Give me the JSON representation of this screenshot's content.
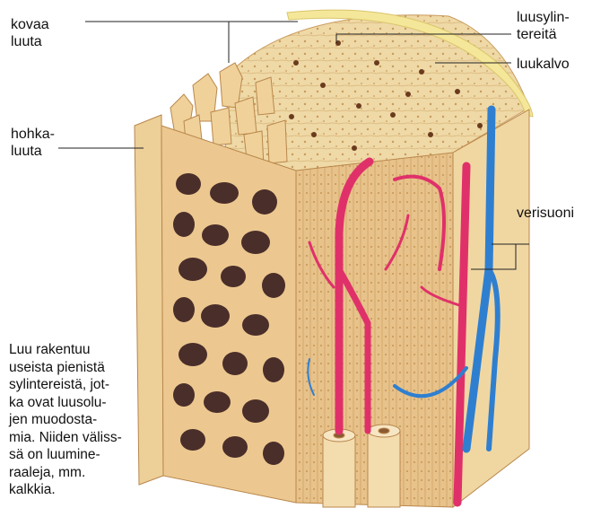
{
  "labels": {
    "compact_bone": [
      "kovaa",
      "luuta"
    ],
    "spongy_bone": [
      "hohka-",
      "luuta"
    ],
    "osteons": [
      "luusylin-",
      "tereitä"
    ],
    "periosteum": "luukalvo",
    "blood_vessels": "verisuoni"
  },
  "caption": [
    "Luu rakentuu",
    "useista pienistä",
    "sylintereistä, jot-",
    "ka ovat luusolu-",
    "jen muodosta-",
    "mia. Niiden väliss-",
    "sä on luumine-",
    "raaleja, mm.",
    "kalkkia."
  ],
  "colors": {
    "bone_light": "#f3d9a4",
    "bone_mid": "#e2b877",
    "bone_dark": "#c99556",
    "marrow_cavity": "#4a2e2a",
    "periosteum": "#f5e79a",
    "artery": "#e0306a",
    "vein": "#2f7fd0",
    "line": "#222222"
  }
}
